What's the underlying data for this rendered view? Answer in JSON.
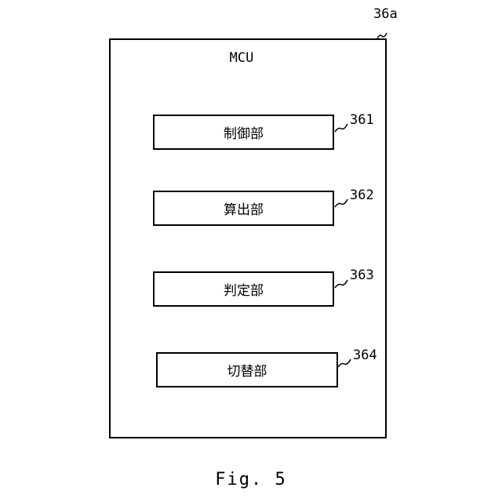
{
  "diagram": {
    "outer_ref": "36a",
    "container_label": "MCU",
    "blocks": [
      {
        "label": "制御部",
        "ref": "361"
      },
      {
        "label": "算出部",
        "ref": "362"
      },
      {
        "label": "判定部",
        "ref": "363"
      },
      {
        "label": "切替部",
        "ref": "364"
      }
    ]
  },
  "caption": "Fig. 5"
}
